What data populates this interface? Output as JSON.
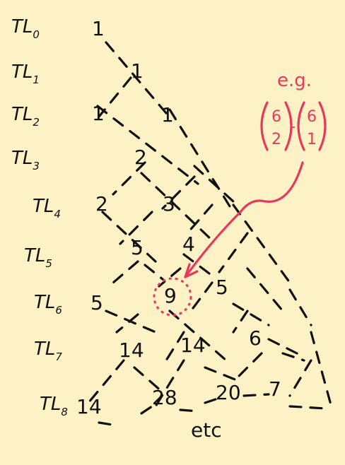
{
  "rows": [
    {
      "label": "TL",
      "sub": "0"
    },
    {
      "label": "TL",
      "sub": "1"
    },
    {
      "label": "TL",
      "sub": "2"
    },
    {
      "label": "TL",
      "sub": "3"
    },
    {
      "label": "TL",
      "sub": "4"
    },
    {
      "label": "TL",
      "sub": "5"
    },
    {
      "label": "TL",
      "sub": "6"
    },
    {
      "label": "TL",
      "sub": "7"
    },
    {
      "label": "TL",
      "sub": "8"
    }
  ],
  "values": {
    "r0": [
      "1"
    ],
    "r1": [
      "1"
    ],
    "r2": [
      "1",
      "1"
    ],
    "r3": [
      "2"
    ],
    "r4": [
      "2",
      "3"
    ],
    "r5": [
      "5",
      "4"
    ],
    "r6": [
      "5",
      "9",
      "5"
    ],
    "r7": [
      "14",
      "14",
      "6"
    ],
    "r8": [
      "14",
      "28",
      "20",
      "7"
    ]
  },
  "footer": "etc",
  "annotation": {
    "eg": "e.g.",
    "binom_a_top": "6",
    "binom_a_bottom": "2",
    "minus": "-",
    "binom_b_top": "6",
    "binom_b_bottom": "1"
  },
  "colors": {
    "background": "#fdf2c6",
    "ink": "#111111",
    "accent": "#e8395a"
  }
}
